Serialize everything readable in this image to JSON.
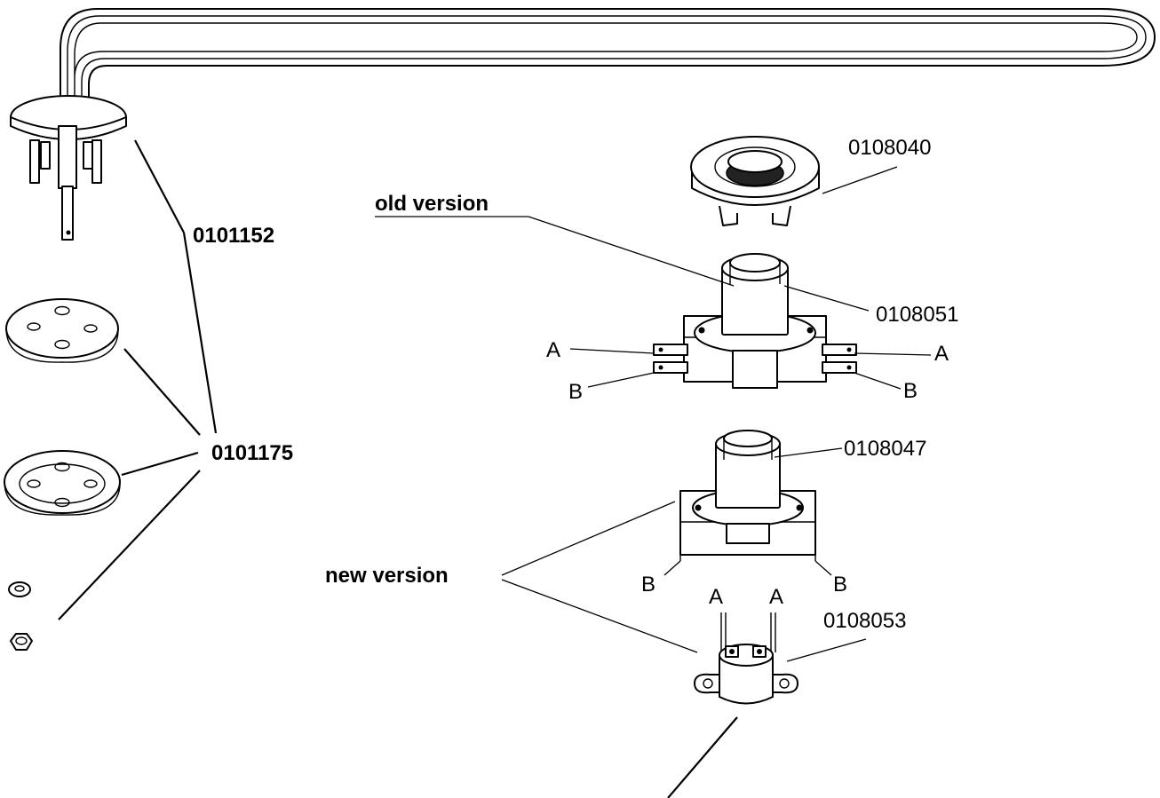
{
  "labels": {
    "heater_part": "0101152",
    "gasket_kit": "0101175",
    "nut_cover": "0108040",
    "old_version": "old version",
    "old_thermostat": "0108051",
    "new_version": "new version",
    "new_thermostat": "0108047",
    "new_fuse": "0108053",
    "terminal_a": "A",
    "terminal_b": "B"
  }
}
